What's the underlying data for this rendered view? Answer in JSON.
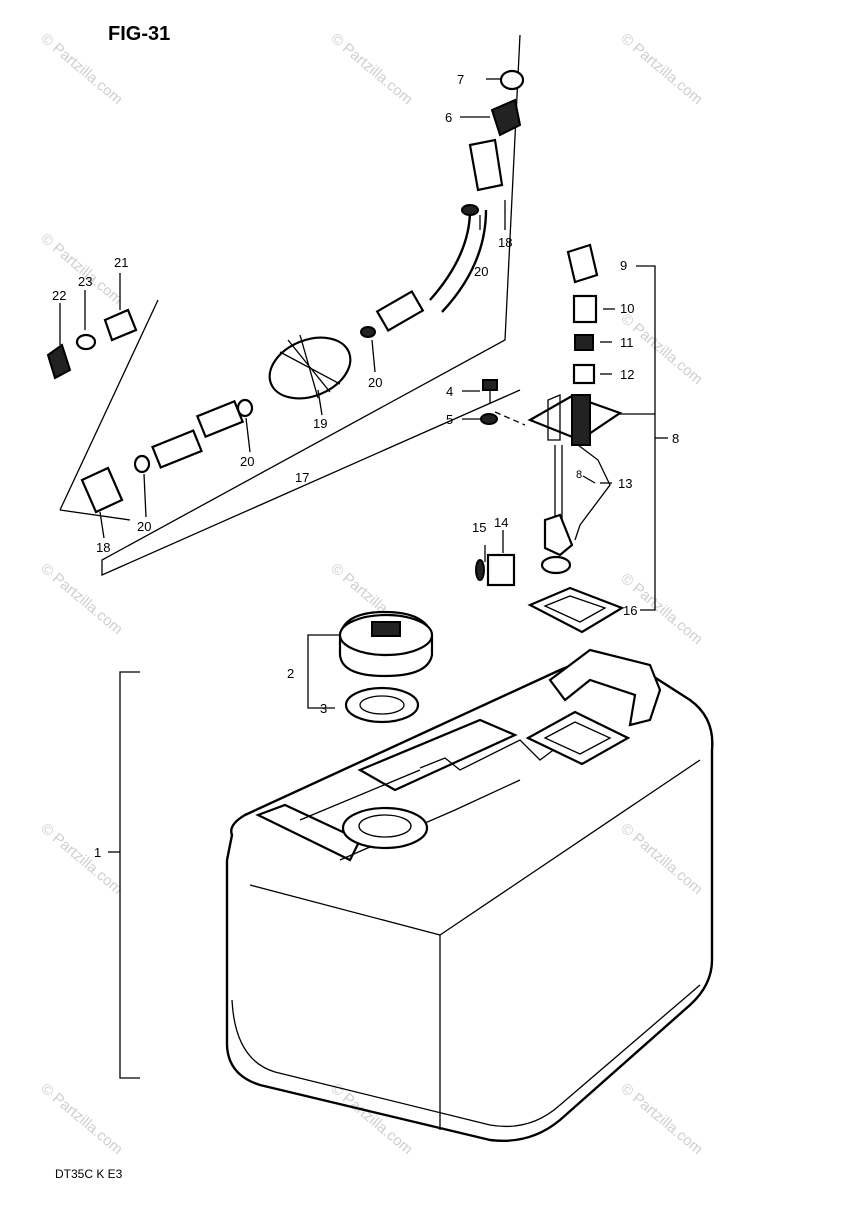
{
  "figure": {
    "title": "FIG-31",
    "footer": "DT35C K E3",
    "watermark": "© Partzilla.com"
  },
  "callouts": {
    "p1": "1",
    "p2": "2",
    "p3": "3",
    "p4": "4",
    "p5": "5",
    "p6": "6",
    "p7": "7",
    "p8a": "8",
    "p8b": "8",
    "p9": "9",
    "p10": "10",
    "p11": "11",
    "p12": "12",
    "p13": "13",
    "p14": "14",
    "p15": "15",
    "p16": "16",
    "p17": "17",
    "p18a": "18",
    "p18b": "18",
    "p19": "19",
    "p20a": "20",
    "p20b": "20",
    "p20c": "20",
    "p20d": "20",
    "p21": "21",
    "p22": "22",
    "p23": "23"
  }
}
